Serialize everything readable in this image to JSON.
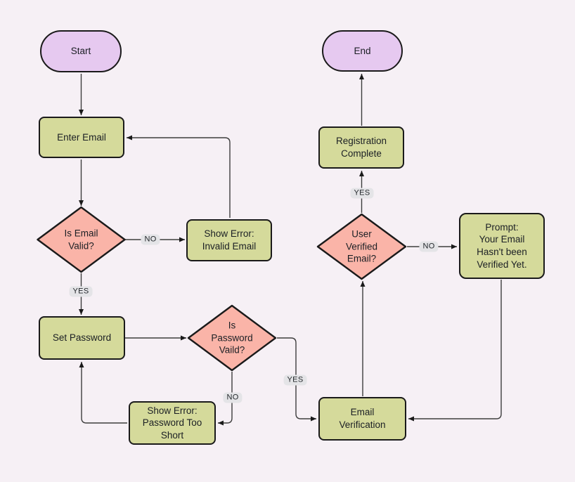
{
  "diagram": {
    "type": "flowchart",
    "colors": {
      "background": "#f6f0f5",
      "terminal_fill": "#e6c9f0",
      "process_fill": "#d5da9b",
      "decision_fill": "#fab4a8",
      "node_border": "#1a1a1a",
      "edge_stroke": "#3d3d3d",
      "edge_label_bg": "#e4e4e7"
    },
    "nodes": {
      "start": {
        "type": "terminal",
        "label": [
          "Start"
        ]
      },
      "enter_email": {
        "type": "process",
        "label": [
          "Enter Email"
        ]
      },
      "is_email_valid": {
        "type": "decision",
        "label": [
          "Is Email",
          "Valid?"
        ]
      },
      "show_error_invalid_email": {
        "type": "process",
        "label": [
          "Show Error:",
          "Invalid Email"
        ]
      },
      "set_password": {
        "type": "process",
        "label": [
          "Set Password"
        ]
      },
      "is_password_valid": {
        "type": "decision",
        "label": [
          "Is",
          "Password",
          "Vaild?"
        ]
      },
      "show_error_password_too_short": {
        "type": "process",
        "label": [
          "Show Error:",
          "Password Too",
          "Short"
        ]
      },
      "email_verification": {
        "type": "process",
        "label": [
          "Email",
          "Verification"
        ]
      },
      "user_verified_email": {
        "type": "decision",
        "label": [
          "User",
          "Verified",
          "Email?"
        ]
      },
      "prompt_email_not_verified": {
        "type": "process",
        "label": [
          "Prompt:",
          "Your Email",
          "Hasn't been",
          "Verified Yet."
        ]
      },
      "registration_complete": {
        "type": "process",
        "label": [
          "Registration",
          "Complete"
        ]
      },
      "end": {
        "type": "terminal",
        "label": [
          "End"
        ]
      }
    },
    "edge_labels": {
      "email_invalid_no": "NO",
      "email_valid_yes": "YES",
      "password_invalid_no": "NO",
      "password_valid_yes": "YES",
      "verified_no": "NO",
      "verified_yes": "YES"
    }
  }
}
